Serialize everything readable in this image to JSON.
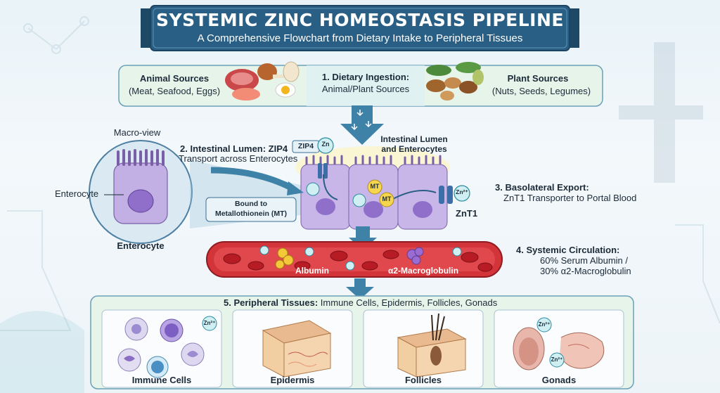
{
  "header": {
    "title": "SYSTEMIC ZINC HOMEOSTASIS PIPELINE",
    "subtitle": "A Comprehensive Flowchart from Dietary Intake to Peripheral Tissues"
  },
  "ingestion": {
    "animal_title": "Animal Sources",
    "animal_detail": "(Meat, Seafood, Eggs)",
    "step_title": "1. Dietary Ingestion:",
    "step_detail": "Animal/Plant Sources",
    "plant_title": "Plant Sources",
    "plant_detail": "(Nuts, Seeds, Legumes)"
  },
  "lumen": {
    "macro_view": "Macro-view",
    "enterocyte_label": "Enterocyte",
    "enterocyte_caption": "Enterocyte",
    "step_title": "2. Intestinal Lumen: ZIP4",
    "step_detail": "Transport across Enterocytes",
    "zip4_tag": "ZIP4",
    "region_label_1": "Intestinal Lumen",
    "region_label_2": "and Enterocytes",
    "mt_box_1": "Bound to",
    "mt_box_2": "Metallothionein (MT)",
    "mt": "MT",
    "znt1": "ZnT1"
  },
  "export": {
    "step_title": "3. Basolateral Export:",
    "step_detail": "ZnT1 Transporter to Portal Blood"
  },
  "circulation": {
    "step_title": "4. Systemic Circulation:",
    "line1": "60% Serum Albumin /",
    "line2": "30% α2-Macroglobulin",
    "albumin": "Albumin",
    "macroglobulin": "α2-Macroglobulin"
  },
  "peripheral": {
    "step_title": "5. Peripheral Tissues:",
    "step_detail": "Immune Cells, Epidermis, Follicles, Gonads",
    "tissues": [
      "Immune Cells",
      "Epidermis",
      "Follicles",
      "Gonads"
    ]
  },
  "ions": {
    "zn": "Zn",
    "zn2": "Zn²⁺"
  },
  "colors": {
    "banner": "#2a5f85",
    "panel": "#e9f6ef",
    "cell": "#c7b4e6",
    "nucleus": "#8a6ac5",
    "vessel": "#c8222c",
    "arrow": "#3d7fa6"
  }
}
